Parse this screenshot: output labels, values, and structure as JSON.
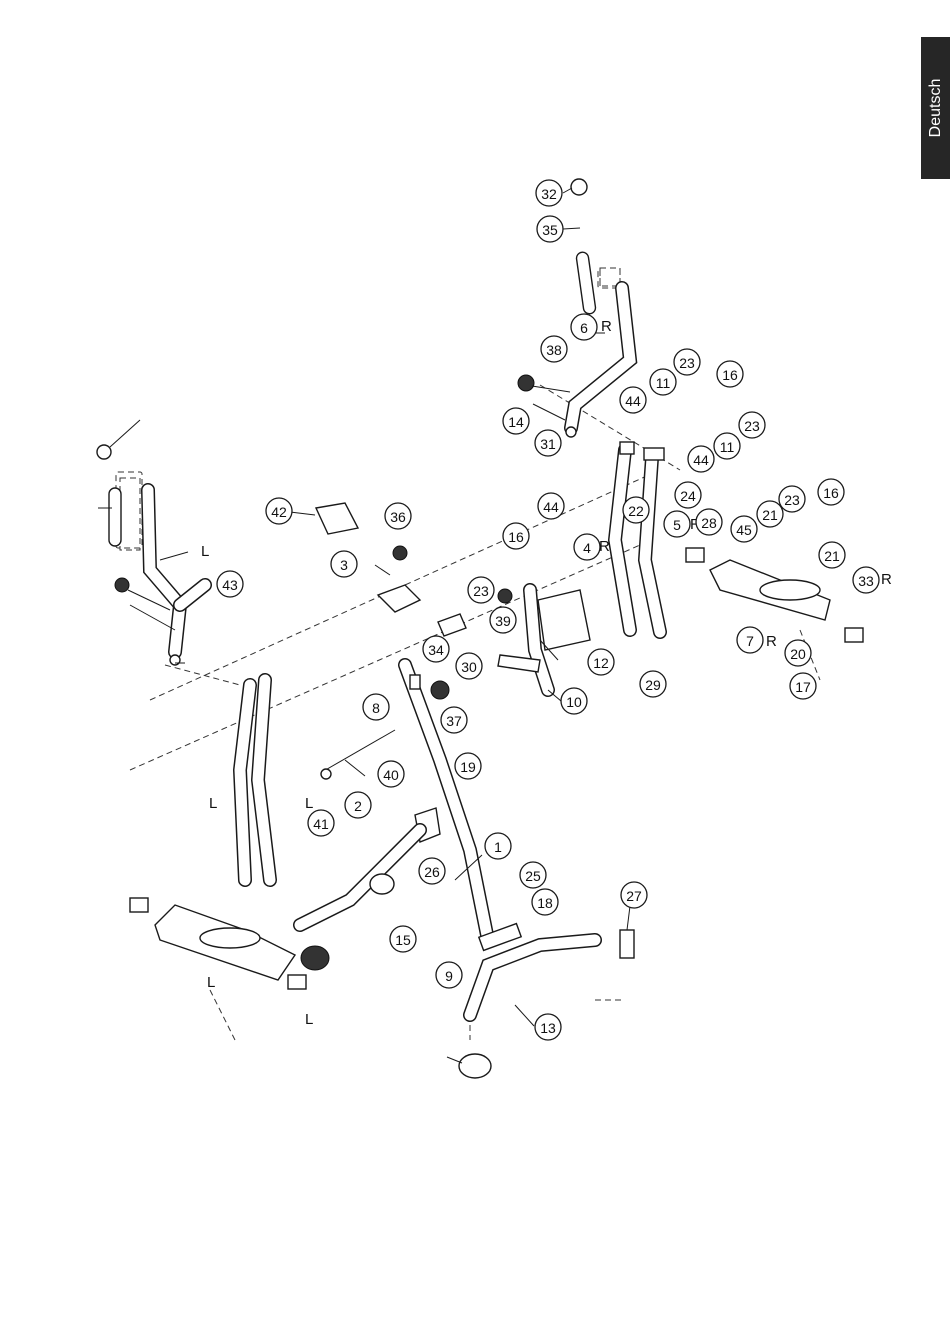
{
  "side_tab": {
    "label": "Deutsch"
  },
  "side_letters": {
    "left": "L",
    "right": "R"
  },
  "callouts": [
    {
      "label": "32"
    },
    {
      "label": "35"
    },
    {
      "label": "6"
    },
    {
      "label": "38"
    },
    {
      "label": "14"
    },
    {
      "label": "31"
    },
    {
      "label": "23"
    },
    {
      "label": "11"
    },
    {
      "label": "16"
    },
    {
      "label": "44"
    },
    {
      "label": "23"
    },
    {
      "label": "11"
    },
    {
      "label": "44"
    },
    {
      "label": "44"
    },
    {
      "label": "24"
    },
    {
      "label": "22"
    },
    {
      "label": "4"
    },
    {
      "label": "5"
    },
    {
      "label": "21"
    },
    {
      "label": "16"
    },
    {
      "label": "23"
    },
    {
      "label": "21"
    },
    {
      "label": "16"
    },
    {
      "label": "23"
    },
    {
      "label": "45"
    },
    {
      "label": "7"
    },
    {
      "label": "33"
    },
    {
      "label": "28"
    },
    {
      "label": "20"
    },
    {
      "label": "17"
    },
    {
      "label": "29"
    },
    {
      "label": "12"
    },
    {
      "label": "13"
    },
    {
      "label": "27"
    },
    {
      "label": "1"
    },
    {
      "label": "2"
    },
    {
      "label": "26"
    },
    {
      "label": "41"
    },
    {
      "label": "40"
    },
    {
      "label": "8"
    },
    {
      "label": "37"
    },
    {
      "label": "15"
    },
    {
      "label": "36"
    },
    {
      "label": "3"
    },
    {
      "label": "42"
    },
    {
      "label": "34"
    },
    {
      "label": "30"
    },
    {
      "label": "39"
    },
    {
      "label": "10"
    },
    {
      "label": "9"
    },
    {
      "label": "18"
    },
    {
      "label": "25"
    },
    {
      "label": "19"
    },
    {
      "label": "43"
    }
  ]
}
